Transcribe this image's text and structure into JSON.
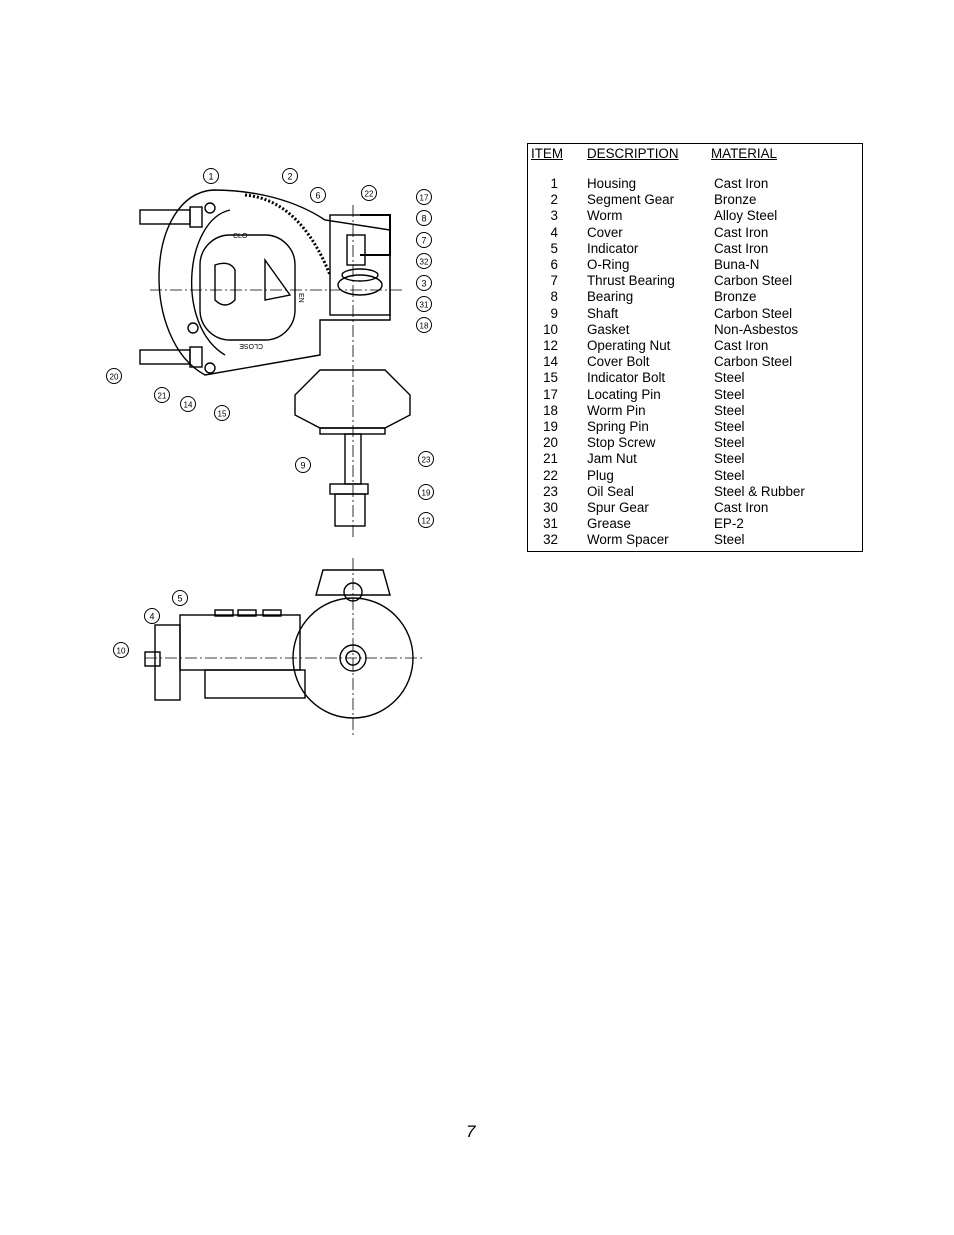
{
  "table": {
    "headers": {
      "item": "ITEM",
      "description": "DESCRIPTION",
      "material": "MATERIAL"
    },
    "rows": [
      {
        "item": "1",
        "description": "Housing",
        "material": "Cast Iron"
      },
      {
        "item": "2",
        "description": "Segment Gear",
        "material": "Bronze"
      },
      {
        "item": "3",
        "description": "Worm",
        "material": "Alloy Steel"
      },
      {
        "item": "4",
        "description": "Cover",
        "material": "Cast Iron"
      },
      {
        "item": "5",
        "description": "Indicator",
        "material": "Cast Iron"
      },
      {
        "item": "6",
        "description": "O-Ring",
        "material": "Buna-N"
      },
      {
        "item": "7",
        "description": "Thrust Bearing",
        "material": "Carbon Steel"
      },
      {
        "item": "8",
        "description": "Bearing",
        "material": "Bronze"
      },
      {
        "item": "9",
        "description": "Shaft",
        "material": "Carbon Steel"
      },
      {
        "item": "10",
        "description": "Gasket",
        "material": "Non-Asbestos"
      },
      {
        "item": "12",
        "description": "Operating Nut",
        "material": "Cast Iron"
      },
      {
        "item": "14",
        "description": "Cover Bolt",
        "material": "Carbon Steel"
      },
      {
        "item": "15",
        "description": "Indicator Bolt",
        "material": "Steel"
      },
      {
        "item": "17",
        "description": "Locating Pin",
        "material": "Steel"
      },
      {
        "item": "18",
        "description": "Worm Pin",
        "material": "Steel"
      },
      {
        "item": "19",
        "description": "Spring Pin",
        "material": "Steel"
      },
      {
        "item": "20",
        "description": "Stop Screw",
        "material": "Steel"
      },
      {
        "item": "21",
        "description": "Jam Nut",
        "material": "Steel"
      },
      {
        "item": "22",
        "description": "Plug",
        "material": "Steel"
      },
      {
        "item": "23",
        "description": "Oil Seal",
        "material": "Steel & Rubber"
      },
      {
        "item": "30",
        "description": "Spur Gear",
        "material": "Cast Iron"
      },
      {
        "item": "31",
        "description": "Grease",
        "material": "EP-2"
      },
      {
        "item": "32",
        "description": "Worm Spacer",
        "material": "Steel"
      }
    ]
  },
  "drawing": {
    "dial_text_top": "CLO",
    "dial_text_side": "EN",
    "dial_text_bottom": "CLOSE",
    "callouts": [
      "1",
      "2",
      "6",
      "22",
      "17",
      "8",
      "7",
      "32",
      "3",
      "31",
      "18",
      "20",
      "21",
      "14",
      "15",
      "9",
      "23",
      "19",
      "12",
      "5",
      "4",
      "10"
    ]
  },
  "page_number": "7"
}
